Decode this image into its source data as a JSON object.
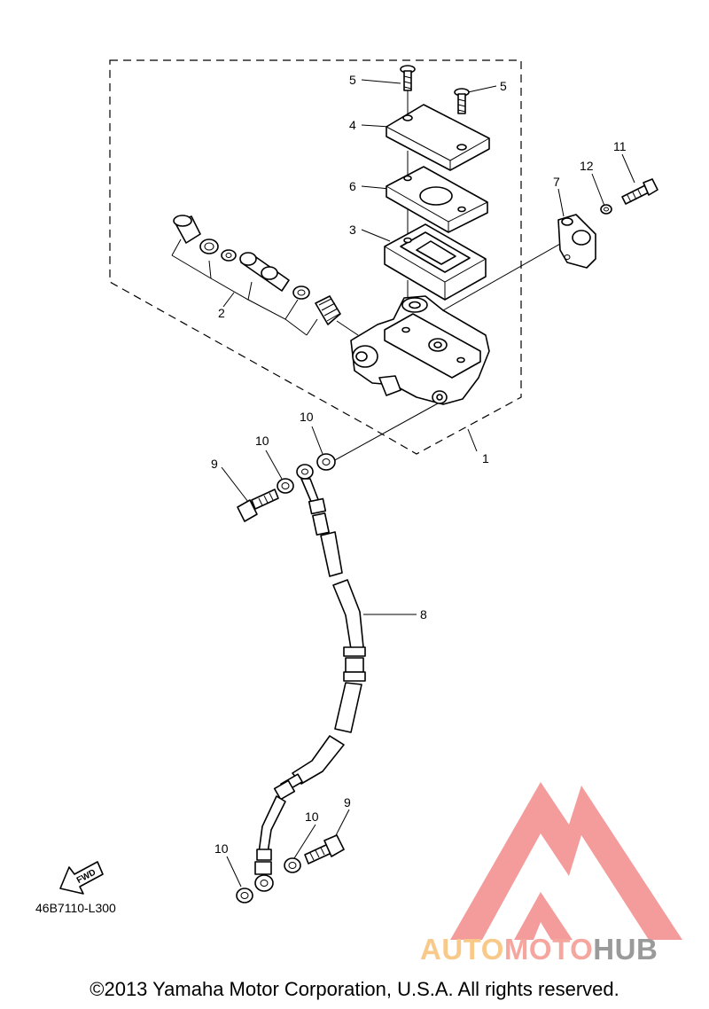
{
  "diagram": {
    "callouts": [
      {
        "id": "c1",
        "text": "1"
      },
      {
        "id": "c2",
        "text": "2"
      },
      {
        "id": "c3",
        "text": "3"
      },
      {
        "id": "c4",
        "text": "4"
      },
      {
        "id": "c5a",
        "text": "5"
      },
      {
        "id": "c5b",
        "text": "5"
      },
      {
        "id": "c6",
        "text": "6"
      },
      {
        "id": "c7",
        "text": "7"
      },
      {
        "id": "c8",
        "text": "8"
      },
      {
        "id": "c9a",
        "text": "9"
      },
      {
        "id": "c9b",
        "text": "9"
      },
      {
        "id": "c10a",
        "text": "10"
      },
      {
        "id": "c10b",
        "text": "10"
      },
      {
        "id": "c10c",
        "text": "10"
      },
      {
        "id": "c10d",
        "text": "10"
      },
      {
        "id": "c11",
        "text": "11"
      },
      {
        "id": "c12",
        "text": "12"
      }
    ],
    "fwd_label": "FWD",
    "diagram_code": "46B7110-L300"
  },
  "watermark": {
    "part1": "AUTO",
    "part2": "MOTO",
    "part3": "HUB",
    "colors": {
      "triangle": "#f28b8b",
      "auto": "#f9c98a",
      "moto": "#f5a79f",
      "hub": "#9a9a9a"
    }
  },
  "footer": {
    "copyright": "©2013 Yamaha Motor Corporation, U.S.A. All rights reserved."
  }
}
